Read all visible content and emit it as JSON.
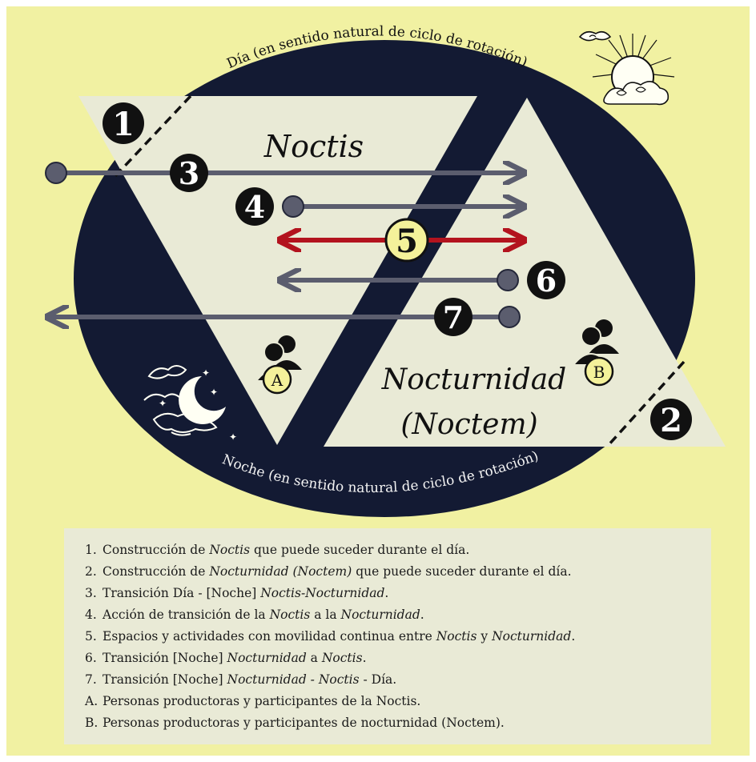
{
  "diagram": {
    "arc_top_label": "Día (en sentido natural de ciclo de rotación)",
    "arc_bottom_label": "Noche (en sentido natural de ciclo de rotación)",
    "noctis_title": "Noctis",
    "nocturnidad_title_line1": "Nocturnidad",
    "nocturnidad_title_line2": "(Noctem)",
    "markers": {
      "m1": "1",
      "m2": "2",
      "m3": "3",
      "m4": "4",
      "m5": "5",
      "m6": "6",
      "m7": "7",
      "a": "A",
      "b": "B"
    },
    "colors": {
      "background": "#f1f1a2",
      "ellipse": "#131a33",
      "triangle": "#e9ead6",
      "arrow_gray": "#5b5d6e",
      "arrow_red": "#b3131e",
      "marker_dark": "#111111",
      "marker_yellow": "#f4f19a"
    },
    "icons": [
      "sun-cloud-icon",
      "moon-cloud-icon",
      "people-icon-a",
      "people-icon-b"
    ]
  },
  "legend": {
    "items": [
      {
        "key": "1.",
        "parts": [
          {
            "t": "Construcción de "
          },
          {
            "t": "Noctis",
            "i": true
          },
          {
            "t": " que puede suceder durante el día."
          }
        ]
      },
      {
        "key": "2.",
        "parts": [
          {
            "t": "Construcción de "
          },
          {
            "t": "Nocturnidad  (Noctem)",
            "i": true
          },
          {
            "t": " que puede suceder durante el día."
          }
        ]
      },
      {
        "key": "3.",
        "parts": [
          {
            "t": "Transición Día - [Noche] "
          },
          {
            "t": "Noctis-Nocturnidad",
            "i": true
          },
          {
            "t": "."
          }
        ]
      },
      {
        "key": "4.",
        "parts": [
          {
            "t": "Acción de transición de la "
          },
          {
            "t": "Noctis",
            "i": true
          },
          {
            "t": " a la "
          },
          {
            "t": "Nocturnidad",
            "i": true
          },
          {
            "t": "."
          }
        ]
      },
      {
        "key": "5.",
        "parts": [
          {
            "t": "Espacios y actividades con movilidad continua entre "
          },
          {
            "t": "Noctis",
            "i": true
          },
          {
            "t": " y "
          },
          {
            "t": "Nocturnidad",
            "i": true
          },
          {
            "t": "."
          }
        ]
      },
      {
        "key": "6.",
        "parts": [
          {
            "t": "Transición [Noche] "
          },
          {
            "t": "Nocturnidad",
            "i": true
          },
          {
            "t": " a "
          },
          {
            "t": "Noctis",
            "i": true
          },
          {
            "t": "."
          }
        ]
      },
      {
        "key": "7.",
        "parts": [
          {
            "t": "Transición [Noche] "
          },
          {
            "t": "Nocturnidad - Noctis",
            "i": true
          },
          {
            "t": " - Día."
          }
        ]
      },
      {
        "key": "A.",
        "parts": [
          {
            "t": "Personas productoras y participantes de la Noctis."
          }
        ]
      },
      {
        "key": "B.",
        "parts": [
          {
            "t": "Personas productoras y participantes de nocturnidad (Noctem)."
          }
        ]
      }
    ]
  }
}
